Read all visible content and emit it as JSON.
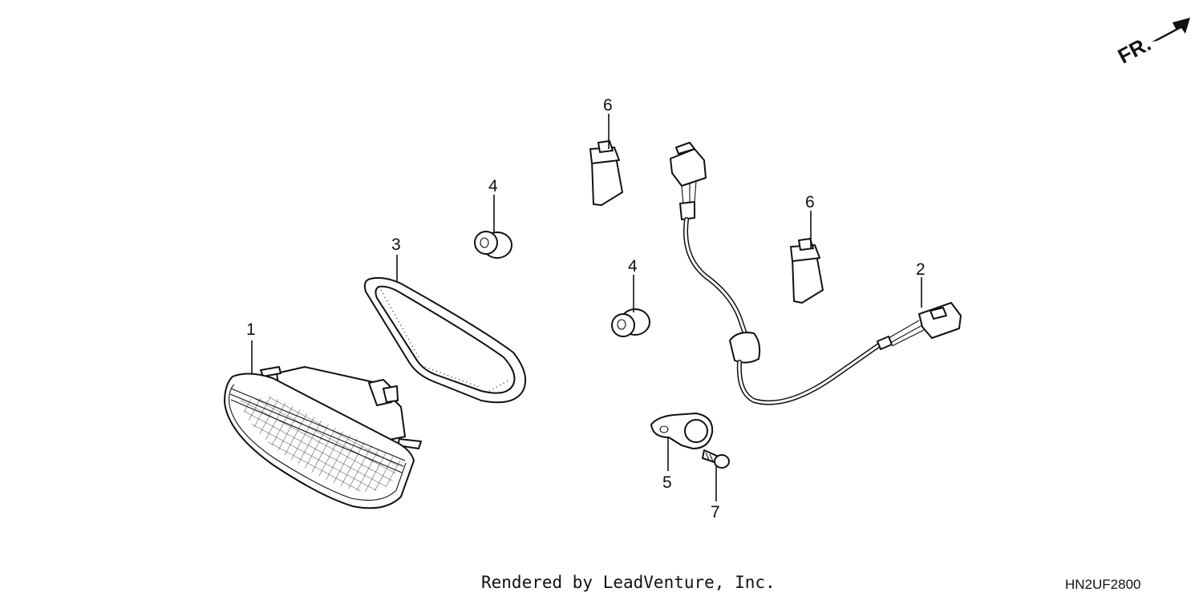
{
  "direction_marker": {
    "label": "FR.",
    "icon": "front-arrow-icon"
  },
  "callouts": [
    {
      "id": "1",
      "label": "1"
    },
    {
      "id": "2",
      "label": "2"
    },
    {
      "id": "3",
      "label": "3"
    },
    {
      "id": "4a",
      "label": "4"
    },
    {
      "id": "4b",
      "label": "4"
    },
    {
      "id": "5",
      "label": "5"
    },
    {
      "id": "6a",
      "label": "6"
    },
    {
      "id": "6b",
      "label": "6"
    },
    {
      "id": "7",
      "label": "7"
    }
  ],
  "footer": {
    "credit": "Rendered by LeadVenture, Inc.",
    "diagram_code": "HN2UF2800"
  }
}
